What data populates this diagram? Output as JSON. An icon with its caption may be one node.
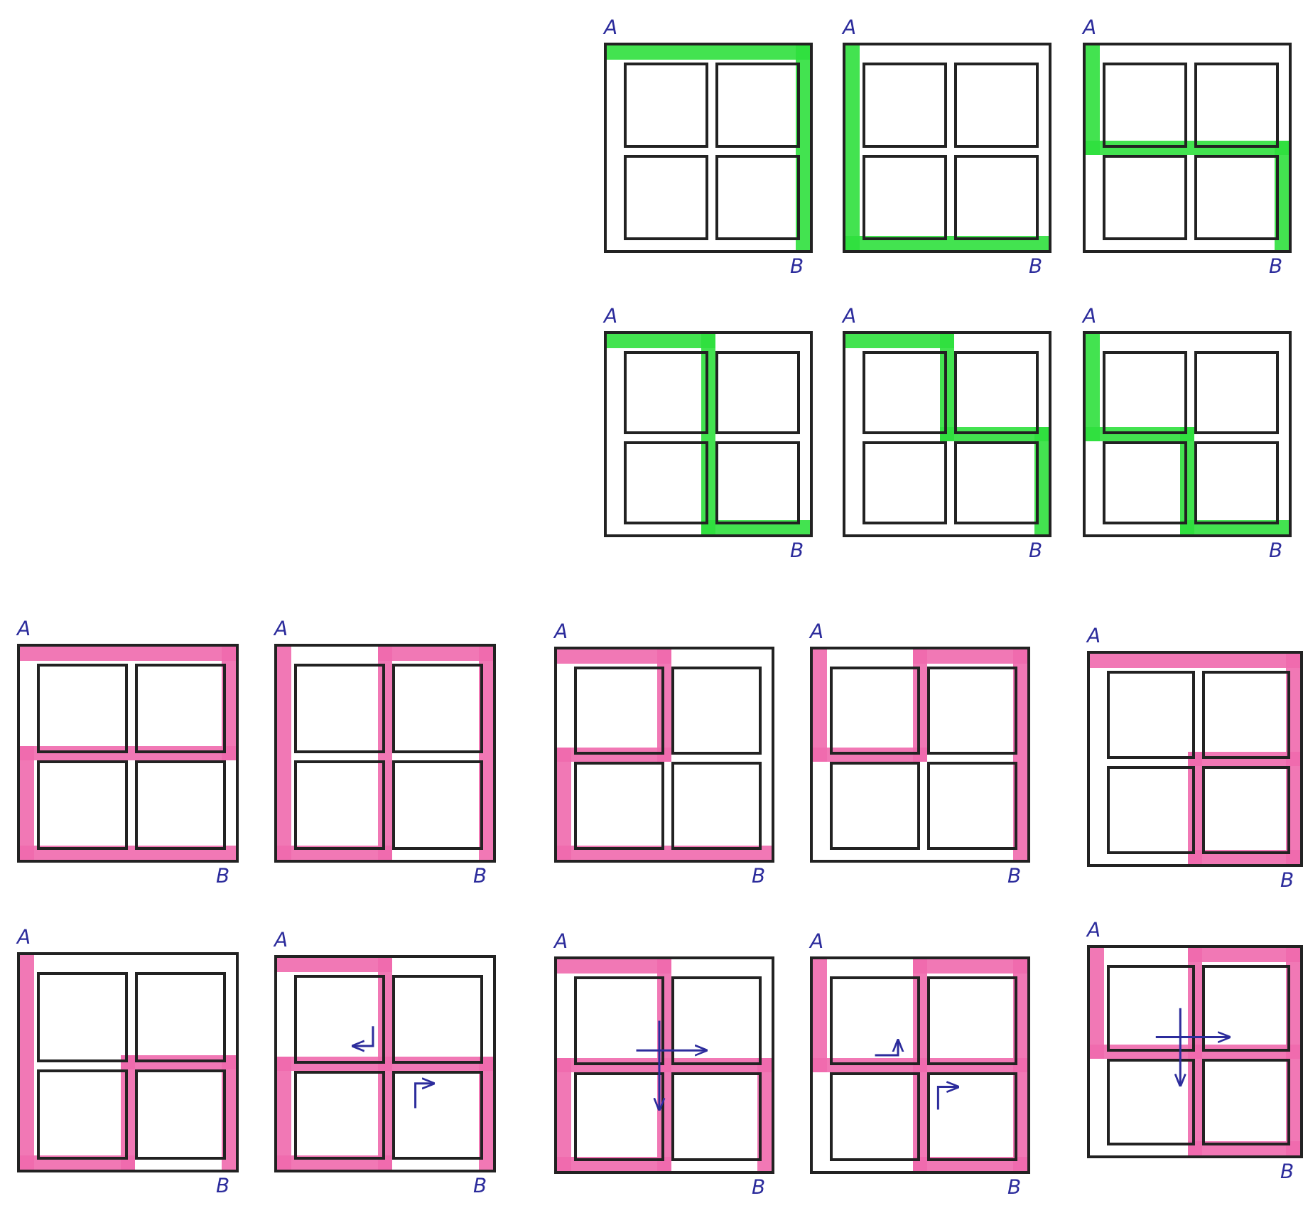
{
  "diagram": {
    "labels": [
      "A",
      "B",
      "A",
      "B",
      "A",
      "B",
      "A",
      "B",
      "A",
      "B",
      "A",
      "B",
      "A",
      "B",
      "A",
      "B",
      "A",
      "B",
      "A",
      "B",
      "A",
      "B",
      "A",
      "B",
      "A",
      "B",
      "A",
      "B",
      "A",
      "B",
      "A",
      "B"
    ]
  }
}
